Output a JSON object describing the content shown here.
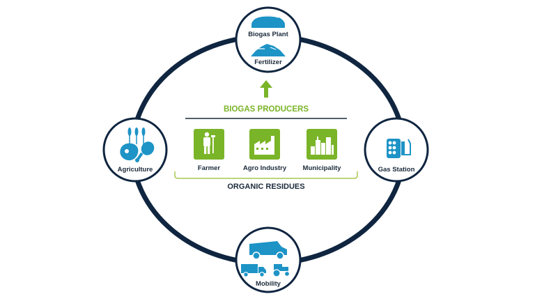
{
  "colors": {
    "ring": "#0f2540",
    "icon_blue": "#1d93c6",
    "green": "#7ab428",
    "green_light": "#a7c94e",
    "text_dark": "#1b2a3a"
  },
  "nodes": {
    "top": {
      "label_1": "Biogas Plant",
      "label_2": "Fertilizer",
      "icons": [
        "biogas-plant-icon",
        "fertilizer-icon"
      ]
    },
    "left": {
      "label": "Agriculture",
      "icons": [
        "wheat-icon",
        "meat-icon",
        "chicken-leg-icon"
      ]
    },
    "right": {
      "label": "Gas Station",
      "icons": [
        "gas-station-icon"
      ]
    },
    "bottom": {
      "label": "Mobility",
      "icons": [
        "truck-icon",
        "lorry-icon",
        "tractor-icon"
      ]
    }
  },
  "center": {
    "producers_heading": "BIOGAS PRODUCERS",
    "residues_heading": "ORGANIC RESIDUES",
    "producers": [
      {
        "label": "Farmer",
        "icon": "farmer-icon"
      },
      {
        "label": "Agro Industry",
        "icon": "factory-icon"
      },
      {
        "label": "Municipality",
        "icon": "city-icon"
      }
    ]
  }
}
